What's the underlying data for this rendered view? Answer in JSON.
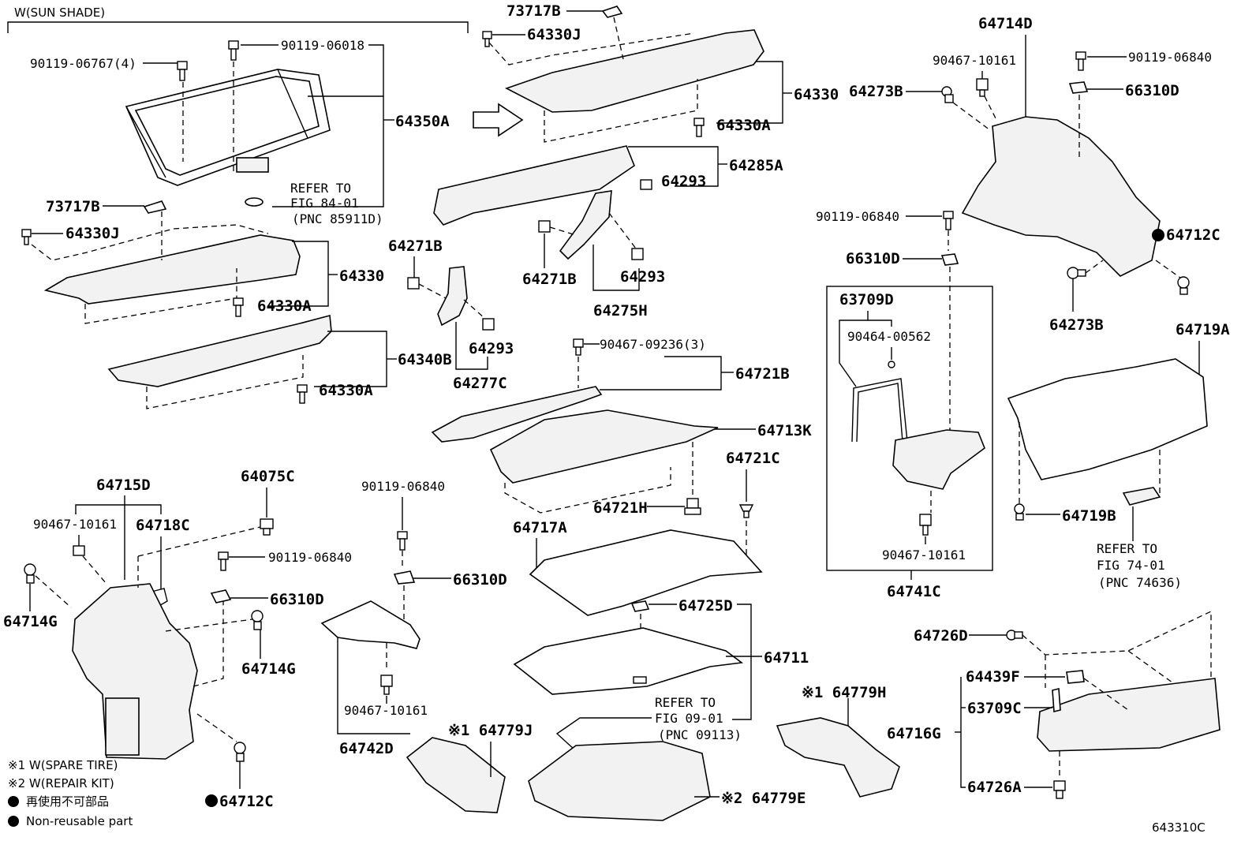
{
  "header": {
    "variant_label": "W(SUN SHADE)"
  },
  "labels": {
    "sunshade_bolt_qty": "90119-06767(4)",
    "sunshade_bolt": "90119-06018",
    "sunshade_assy": "64350A",
    "refer_to_84": "REFER TO",
    "fig_84": "FIG 84-01",
    "pnc_85911": "(PNC 85911D)",
    "cap_left": "73717B",
    "clip_left": "64330J",
    "tray_left": "64330",
    "clip_64330a_1": "64330A",
    "panel_64340b": "64340B",
    "clip_64330a_2": "64330A",
    "cap_top": "73717B",
    "clip_top": "64330J",
    "tray_top": "64330",
    "clip_64330a_top": "64330A",
    "panel_64285a": "64285A",
    "clip_64293_a": "64293",
    "clip_64271b_a": "64271B",
    "clip_64271b_b": "64271B",
    "clip_64293_b": "64293",
    "bracket_64275h": "64275H",
    "clip_64293_c": "64293",
    "bracket_64277c": "64277C",
    "clip_qty3": "90467-09236(3)",
    "plate_64721b": "64721B",
    "floor_64713k": "64713K",
    "clip_64721c": "64721C",
    "clip_64721h": "64721H",
    "mat_64717a": "64717A",
    "clip_64725d": "64725D",
    "board_64711": "64711",
    "refer_to_09": "REFER TO",
    "fig_09": "FIG 09-01",
    "pnc_09113": "(PNC 09113)",
    "tray_64779j": "※1 64779J",
    "tray_64779e": "※2 64779E",
    "tray_64779h": "※1 64779H",
    "trim_64715d": "64715D",
    "clip_90467_l": "90467-10161",
    "clip_64718c": "64718C",
    "clip_64714g_a": "64714G",
    "clip_64075c": "64075C",
    "bolt_90119_l": "90119-06840",
    "nut_66310d_l": "66310D",
    "clip_64714g_b": "64714G",
    "clip_64712c_l": "64712C",
    "bolt_90119_m": "90119-06840",
    "nut_66310d_m": "66310D",
    "clip_90467_m": "90467-10161",
    "box_64742d": "64742D",
    "trim_64714d": "64714D",
    "clip_90467_r": "90467-10161",
    "bolt_90119_r": "90119-06840",
    "clip_64273b_a": "64273B",
    "nut_66310d_r": "66310D",
    "bolt_90119_r2": "90119-06840",
    "clip_64712c_r": "64712C",
    "nut_66310d_r2": "66310D",
    "clip_64273b_b": "64273B",
    "box_63709d": "63709D",
    "clip_90464": "90464-00562",
    "clip_90467_box": "90467-10161",
    "box_64741c": "64741C",
    "panel_64719a": "64719A",
    "clip_64719b": "64719B",
    "refer_to_74": "REFER TO",
    "fig_74": "FIG 74-01",
    "pnc_74636": "(PNC 74636)",
    "clip_64726d": "64726D",
    "clip_64439f": "64439F",
    "clip_63709c": "63709C",
    "plate_64716g": "64716G",
    "clip_64726a": "64726A"
  },
  "legend": {
    "note1": "※1 W(SPARE TIRE)",
    "note2": "※2 W(REPAIR KIT)",
    "non_reusable_jp": "再使用不可部品",
    "non_reusable_en": "Non-reusable part"
  },
  "footer": {
    "figure_code": "643310C"
  }
}
